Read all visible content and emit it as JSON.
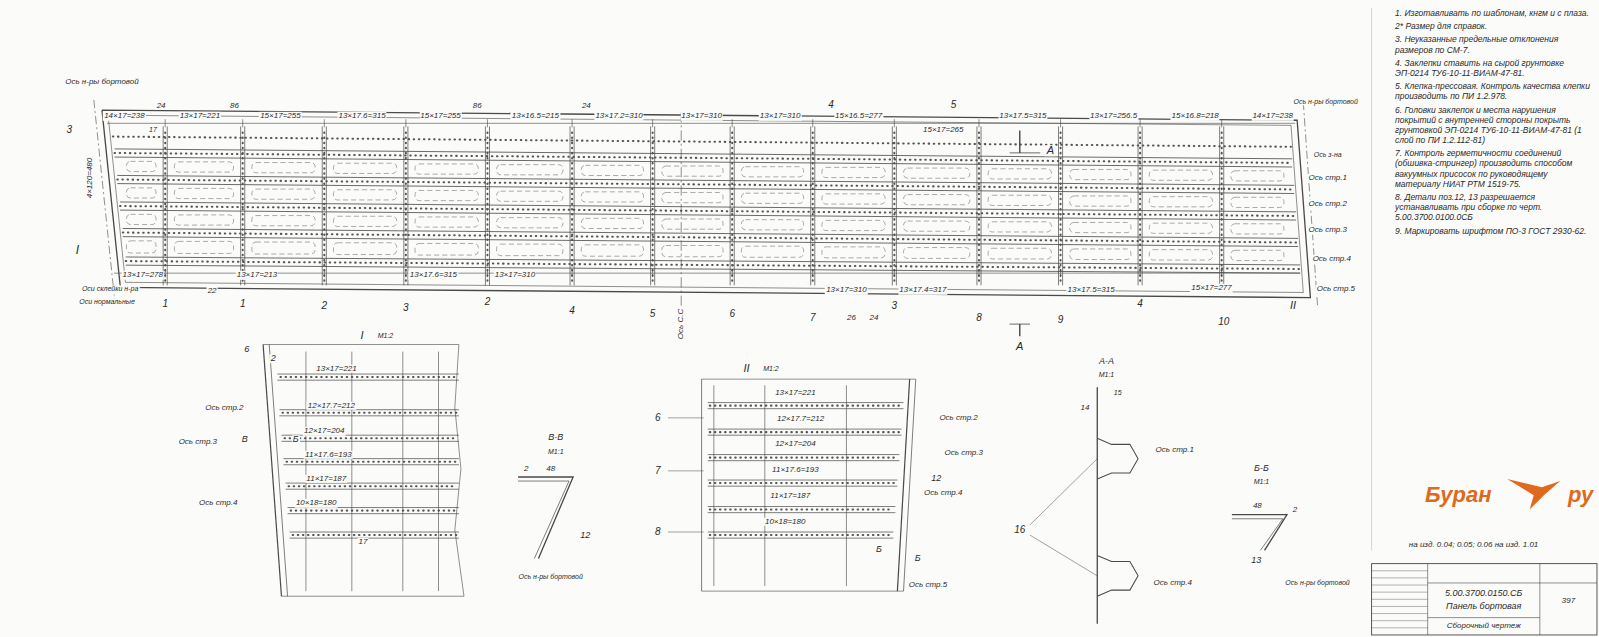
{
  "diagram": {
    "labels": [
      "Ось н-ры бортовой",
      "3",
      "4×120=480",
      "I",
      "Оси склейки н-ра",
      "Оси нормальные",
      "14×17=238",
      "24",
      "17",
      "13×17=221",
      "86",
      "15×17=255",
      "13×17.6=315",
      "15×17=255",
      "86",
      "13×16.5=215",
      "24",
      "13×17.2=310",
      "13×17=310",
      "13×17=310",
      "4",
      "15×16.5=277",
      "5",
      "15×17=265",
      "13×17.5=315",
      "А",
      "13×17=256.5",
      "15×16.8=218",
      "14×17=238",
      "Ось н-ры бортовой",
      "Ось з-на",
      "Ось стр.1",
      "Ось стр.2",
      "Ось стр.3",
      "Ось стр.4",
      "Ось стр.5",
      "II",
      "13×17=278",
      "13×17=213",
      "22",
      "13×17.6=315",
      "13×17=310",
      "13×17=310",
      "13×17.4=317",
      "13×17.5=315",
      "15×17=277",
      "1",
      "1",
      "2",
      "3",
      "2",
      "4",
      "5",
      "Ось С.С",
      "6",
      "7",
      "3",
      "26",
      "24",
      "8",
      "9",
      "4",
      "10",
      "А",
      "6",
      "2",
      "I",
      "М1:2",
      "13×17=221",
      "12×17.7=212",
      "12×17=204",
      "11×17.6=193",
      "11×17=187",
      "10×18=180",
      "Ось стр.2",
      "Ось стр.3",
      "Ось стр.4",
      "В",
      "Б",
      "17",
      "В-В",
      "М1:1",
      "2",
      "48",
      "12",
      "Ось н-ры бортовой",
      "II",
      "М1:2",
      "13×17=221",
      "12×17.7=212",
      "12×17=204",
      "11×17.6=193",
      "11×17=187",
      "10×18=180",
      "6",
      "7",
      "8",
      "Ось стр.2",
      "Ось стр.3",
      "Ось стр.4",
      "Ось стр.5",
      "12",
      "Б",
      "Б",
      "А-А",
      "М1:1",
      "14",
      "15",
      "16",
      "Ось стр.1",
      "Ось стр.4",
      "Б-Б",
      "М1:1",
      "48",
      "2",
      "13",
      "Ось н-ры бортовой",
      "1. Изготавливать по шаблонам, кнгм и с плаза.",
      "2* Размер для справок.",
      "3. Неуказанные предельные отклонения размеров по СМ-7.",
      "4. Заклепки ставить на сырой грунтовке ЭП-0214 ТУ6-10-11-ВИАМ-47-81.",
      "5. Клепка-прессовая. Контроль качества клепки производить по ПИ 1.2.978.",
      "6. Головки заклепок и места нарушения покрытий с внутренней стороны покрыть грунтовкой ЭП-0214 ТУ6-10-11-ВИАМ-47-81 (1 слой по ПИ 1.2.112-81)",
      "7. Контроль герметичности соединений (обшивка-стрингер) производить способом вакуумных присосок по руководящему материалу НИАТ РТМ 1519-75.",
      "8. Детали поз.12, 13 разрешается устанавливать при сборке по черт. 5.00.3700.0100.0СБ",
      "9. Маркировать шрифтом ПО-3 ГОСТ 2930-62.",
      "на изд. 0.04; 0.05; 0.06 на изд. 1.01",
      "Буран",
      "ру",
      "5.00.3700.0150.СБ",
      "Панель бортовая",
      "Сборочный чертеж",
      "397"
    ]
  }
}
